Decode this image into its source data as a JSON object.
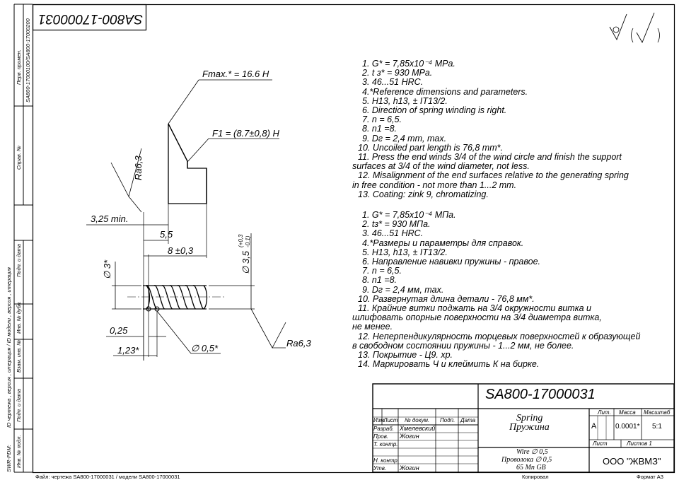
{
  "stamp_top": "SA800-17000031",
  "left_strip": {
    "perv_primen_label": "Перв. примен.",
    "perv_primen_value": "SA800-17000100/SA800-17000200",
    "sprav_label": "Справ. №",
    "podp_data_1": "Подп. и дата",
    "inv_dubl": "Инв. № дубл.",
    "vzam_inv": "Взам. инв. №",
    "podp_data_2": "Подп. и дата",
    "inv_podl": "Инв. № подл.",
    "version_text": "ID чертежа , версия , итерация / ID модели , версия , итерация",
    "swr_pdm": "SWR-PDM:"
  },
  "drawing": {
    "fmax": "Fmax.* = 16.6 H",
    "f1": "F1 = (8.7±0,8) H",
    "ra_top": "Ra6,3",
    "ra_bottom": "Ra6,3",
    "d_325": "3,25 min.",
    "d_55": "5,5",
    "d_8": "8 ±0,3",
    "d_35": "∅ 3,5",
    "d_35_tol_up": "(+0,3",
    "d_35_tol_dn": "-0,1)",
    "d_3": "∅ 3*",
    "d_025": "0,25",
    "d_123": "1,23*",
    "d_05": "∅ 0,5*",
    "roughness_sym": "√ ( √ )"
  },
  "notes_en": [
    "1. G* = 7,85x10⁻⁴ MPa.",
    "2. t з* = 930 MPa.",
    "3. 46...51 HRC.",
    "4.*Reference  dimensions  and  parameters.",
    "5. H13,  h13,  ± IT13/2.",
    "6. Direction  of  spring  winding  is  right.",
    "7. n = 6,5.",
    "8. n1 =8.",
    "9. Dг = 2,4 mm,  max.",
    "10. Uncoiled  part  length  is  76,8 mm*.",
    "11. Press  the  end  winds  3/4  of  the  wind  circle  and  finish  the  support",
    "surfaces  at  3/4  of  the   wind  diameter,  not  less.",
    "12. Misalignment  of  the  end  surfaces  relative  to  the  generating  spring",
    "in  free  condition - not  more  than 1...2 mm.",
    "13.  Coating:  zink 9,  chromatizing."
  ],
  "notes_ru": [
    "1. G* = 7,85x10⁻⁴ МПа.",
    "2. tз* = 930 МПа.",
    "3. 46...51 HRC.",
    "4.*Размеры  и  параметры  для  справок.",
    "5. H13,  h13,  ± IT13/2.",
    "6. Направление  навивки  пружины - правое.",
    "7. n = 6,5.",
    "8. n1 =8.",
    "9. Dг = 2,4 мм,  max.",
    "10. Развернутая  длина  детали - 76,8 мм*.",
    "11. Крайние  витки  поджать  на  3/4  окружности  витка  и",
    "шлифовать  опорные  поверхности  на  3/4  диаметра  витка,",
    "не  менее.",
    "12. Неперпендикулярность  торцевых  поверхностей  к  образующей",
    "в  свободном  состоянии  пружины - 1...2 мм,  не  более.",
    "13. Покрытие - Ц9. хр.",
    "14. Маркировать  Ч  и  клеймить  К  на  бирке."
  ],
  "title_block": {
    "designation": "SA800-17000031",
    "name_en": "Spring",
    "name_ru": "Пружина",
    "headers": [
      "Изм.",
      "Лист",
      "№ докум.",
      "Подп.",
      "Дата"
    ],
    "razrab_label": "Разраб.",
    "razrab_name": "Хмелевский",
    "prov_label": "Пров.",
    "prov_name": "Жогин",
    "tkontr_label": "Т. контр.",
    "nkontr_label": "Н. контр.",
    "utv_label": "Утв.",
    "utv_name": "Жогин",
    "lit_label": "Лит.",
    "massa_label": "Масса",
    "masshtab_label": "Масштаб",
    "lit_value": "A",
    "massa_value": "0.0001*",
    "masshtab_value": "5:1",
    "list_label": "Лист",
    "listov_label": "Листов 1",
    "material_en": "Wire ∅ 0,5",
    "material_ru": "Проволока  ∅  0,5",
    "material_grade": "65 Mn  GB",
    "company": "ООО \"ЖВМЗ\""
  },
  "footer": {
    "file": "Файл: чертежа SA800-17000031 / модели SA800-17000031",
    "copied": "Копировал",
    "format": "Формат А3"
  }
}
